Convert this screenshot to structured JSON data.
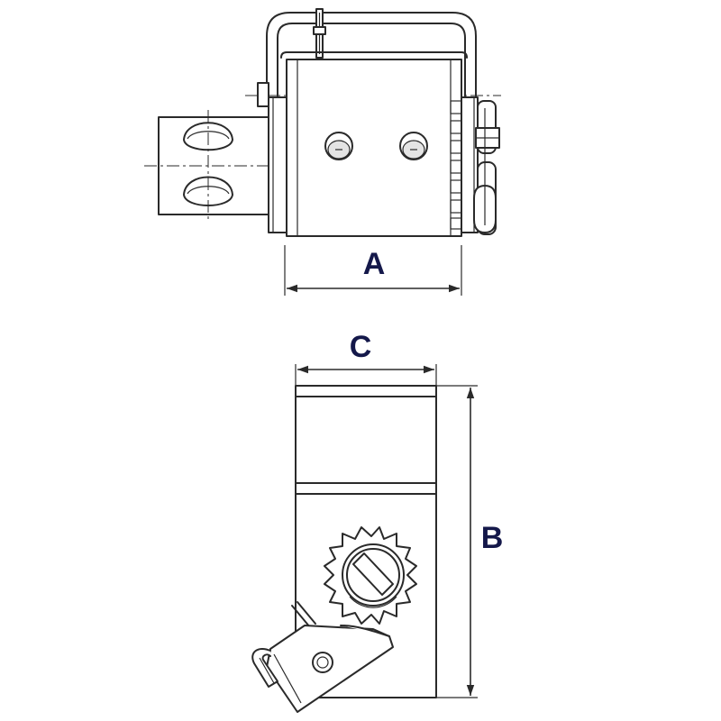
{
  "dimensions": {
    "a": "A",
    "b": "B",
    "c": "C"
  },
  "colors": {
    "line": "#2a2a2a",
    "label": "#14184a",
    "background": "#ffffff"
  }
}
